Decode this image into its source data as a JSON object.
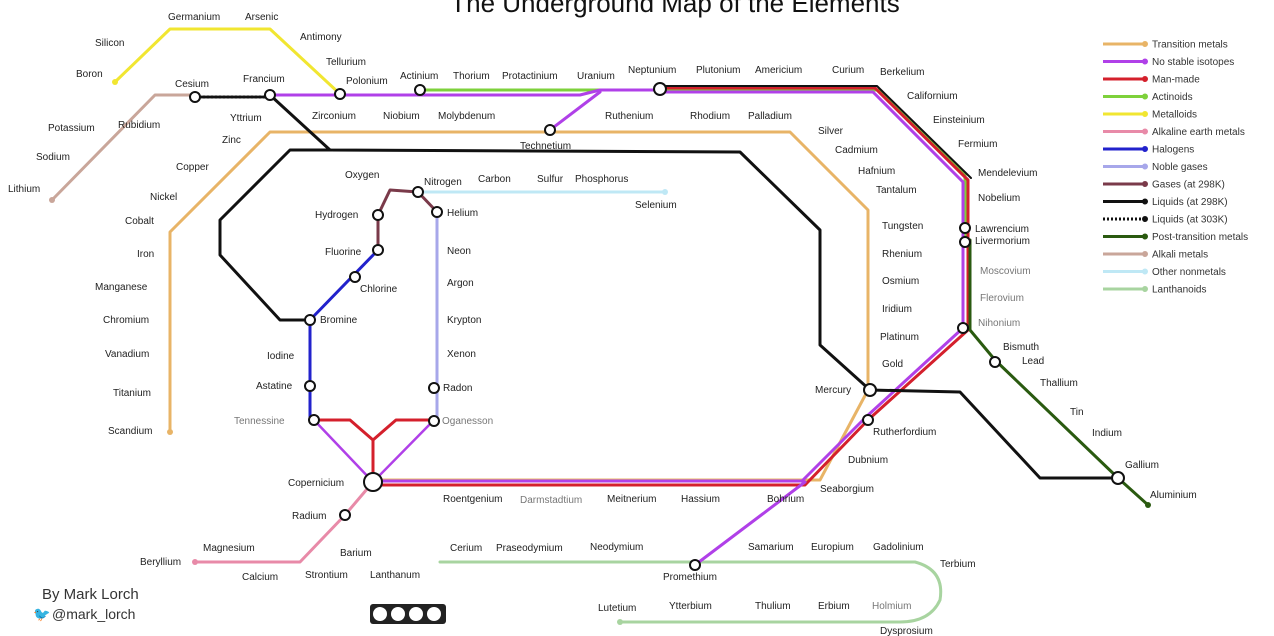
{
  "title": "The Underground Map of the Elements",
  "credit": {
    "author": "By Mark Lorch",
    "twitter": "@mark_lorch"
  },
  "colors": {
    "transition_metals": "#e8b467",
    "no_stable_isotopes": "#b040e8",
    "man_made": "#d4202c",
    "actinoids": "#7ed13b",
    "metalloids": "#f1e631",
    "alkaline_earth": "#e88aa8",
    "halogens": "#2222cc",
    "noble_gases": "#a7a7ea",
    "gases": "#7a3a4a",
    "liquids": "#111111",
    "post_transition": "#2a5a10",
    "alkali": "#c9a69a",
    "other_nonmetals": "#bfe8f5",
    "lanthanoids": "#a8d4a0"
  },
  "legend": [
    {
      "label": "Transition metals",
      "color": "#e8b467",
      "style": "solid"
    },
    {
      "label": "No stable isotopes",
      "color": "#b040e8",
      "style": "solid"
    },
    {
      "label": "Man-made",
      "color": "#d4202c",
      "style": "solid"
    },
    {
      "label": "Actinoids",
      "color": "#7ed13b",
      "style": "solid"
    },
    {
      "label": "Metalloids",
      "color": "#f1e631",
      "style": "solid"
    },
    {
      "label": "Alkaline earth metals",
      "color": "#e88aa8",
      "style": "solid"
    },
    {
      "label": "Halogens",
      "color": "#2222cc",
      "style": "solid"
    },
    {
      "label": "Noble gases",
      "color": "#a7a7ea",
      "style": "solid"
    },
    {
      "label": "Gases (at 298K)",
      "color": "#7a3a4a",
      "style": "solid"
    },
    {
      "label": "Liquids (at 298K)",
      "color": "#111111",
      "style": "solid"
    },
    {
      "label": "Liquids (at 303K)",
      "color": "#111111",
      "style": "dotted"
    },
    {
      "label": "Post-transition metals",
      "color": "#2a5a10",
      "style": "solid"
    },
    {
      "label": "Alkali metals",
      "color": "#c9a69a",
      "style": "solid"
    },
    {
      "label": "Other nonmetals",
      "color": "#bfe8f5",
      "style": "solid"
    },
    {
      "label": "Lanthanoids",
      "color": "#a8d4a0",
      "style": "solid"
    }
  ],
  "elements": {
    "germanium": "Germanium",
    "arsenic": "Arsenic",
    "silicon": "Silicon",
    "antimony": "Antimony",
    "boron": "Boron",
    "tellurium": "Tellurium",
    "polonium": "Polonium",
    "cesium": "Cesium",
    "francium": "Francium",
    "actinium": "Actinium",
    "thorium": "Thorium",
    "protactinium": "Protactinium",
    "uranium": "Uranium",
    "neptunium": "Neptunium",
    "plutonium": "Plutonium",
    "americium": "Americium",
    "curium": "Curium",
    "berkelium": "Berkelium",
    "californium": "Californium",
    "einsteinium": "Einsteinium",
    "fermium": "Fermium",
    "mendelevium": "Mendelevium",
    "nobelium": "Nobelium",
    "lawrencium": "Lawrencium",
    "livermorium": "Livermorium",
    "moscovium": "Moscovium",
    "flerovium": "Flerovium",
    "nihonium": "Nihonium",
    "bismuth": "Bismuth",
    "lead": "Lead",
    "thallium": "Thallium",
    "tin": "Tin",
    "indium": "Indium",
    "gallium": "Gallium",
    "aluminium": "Aluminium",
    "potassium": "Potassium",
    "rubidium": "Rubidium",
    "sodium": "Sodium",
    "lithium": "Lithium",
    "yttrium": "Yttrium",
    "zirconium": "Zirconium",
    "niobium": "Niobium",
    "molybdenum": "Molybdenum",
    "technetium": "Technetium",
    "ruthenium": "Ruthenium",
    "rhodium": "Rhodium",
    "palladium": "Palladium",
    "silver": "Silver",
    "cadmium": "Cadmium",
    "hafnium": "Hafnium",
    "tantalum": "Tantalum",
    "tungsten": "Tungsten",
    "rhenium": "Rhenium",
    "osmium": "Osmium",
    "iridium": "Iridium",
    "platinum": "Platinum",
    "gold": "Gold",
    "mercury": "Mercury",
    "zinc": "Zinc",
    "copper": "Copper",
    "nickel": "Nickel",
    "cobalt": "Cobalt",
    "iron": "Iron",
    "manganese": "Manganese",
    "chromium": "Chromium",
    "vanadium": "Vanadium",
    "titanium": "Titanium",
    "scandium": "Scandium",
    "oxygen": "Oxygen",
    "nitrogen": "Nitrogen",
    "carbon": "Carbon",
    "sulfur": "Sulfur",
    "phosphorus": "Phosphorus",
    "selenium": "Selenium",
    "hydrogen": "Hydrogen",
    "helium": "Helium",
    "fluorine": "Fluorine",
    "chlorine": "Chlorine",
    "neon": "Neon",
    "argon": "Argon",
    "bromine": "Bromine",
    "krypton": "Krypton",
    "iodine": "Iodine",
    "xenon": "Xenon",
    "astatine": "Astatine",
    "radon": "Radon",
    "tennessine": "Tennessine",
    "oganesson": "Oganesson",
    "copernicium": "Copernicium",
    "roentgenium": "Roentgenium",
    "darmstadtium": "Darmstadtium",
    "meitnerium": "Meitnerium",
    "hassium": "Hassium",
    "bohrium": "Bohrium",
    "seaborgium": "Seaborgium",
    "dubnium": "Dubnium",
    "rutherfordium": "Rutherfordium",
    "radium": "Radium",
    "barium": "Barium",
    "magnesium": "Magnesium",
    "beryllium": "Beryllium",
    "calcium": "Calcium",
    "strontium": "Strontium",
    "lanthanum": "Lanthanum",
    "cerium": "Cerium",
    "praseodymium": "Praseodymium",
    "neodymium": "Neodymium",
    "promethium": "Promethium",
    "samarium": "Samarium",
    "europium": "Europium",
    "gadolinium": "Gadolinium",
    "terbium": "Terbium",
    "dysprosium": "Dysprosium",
    "holmium": "Holmium",
    "erbium": "Erbium",
    "thulium": "Thulium",
    "ytterbium": "Ytterbium",
    "lutetium": "Lutetium"
  }
}
